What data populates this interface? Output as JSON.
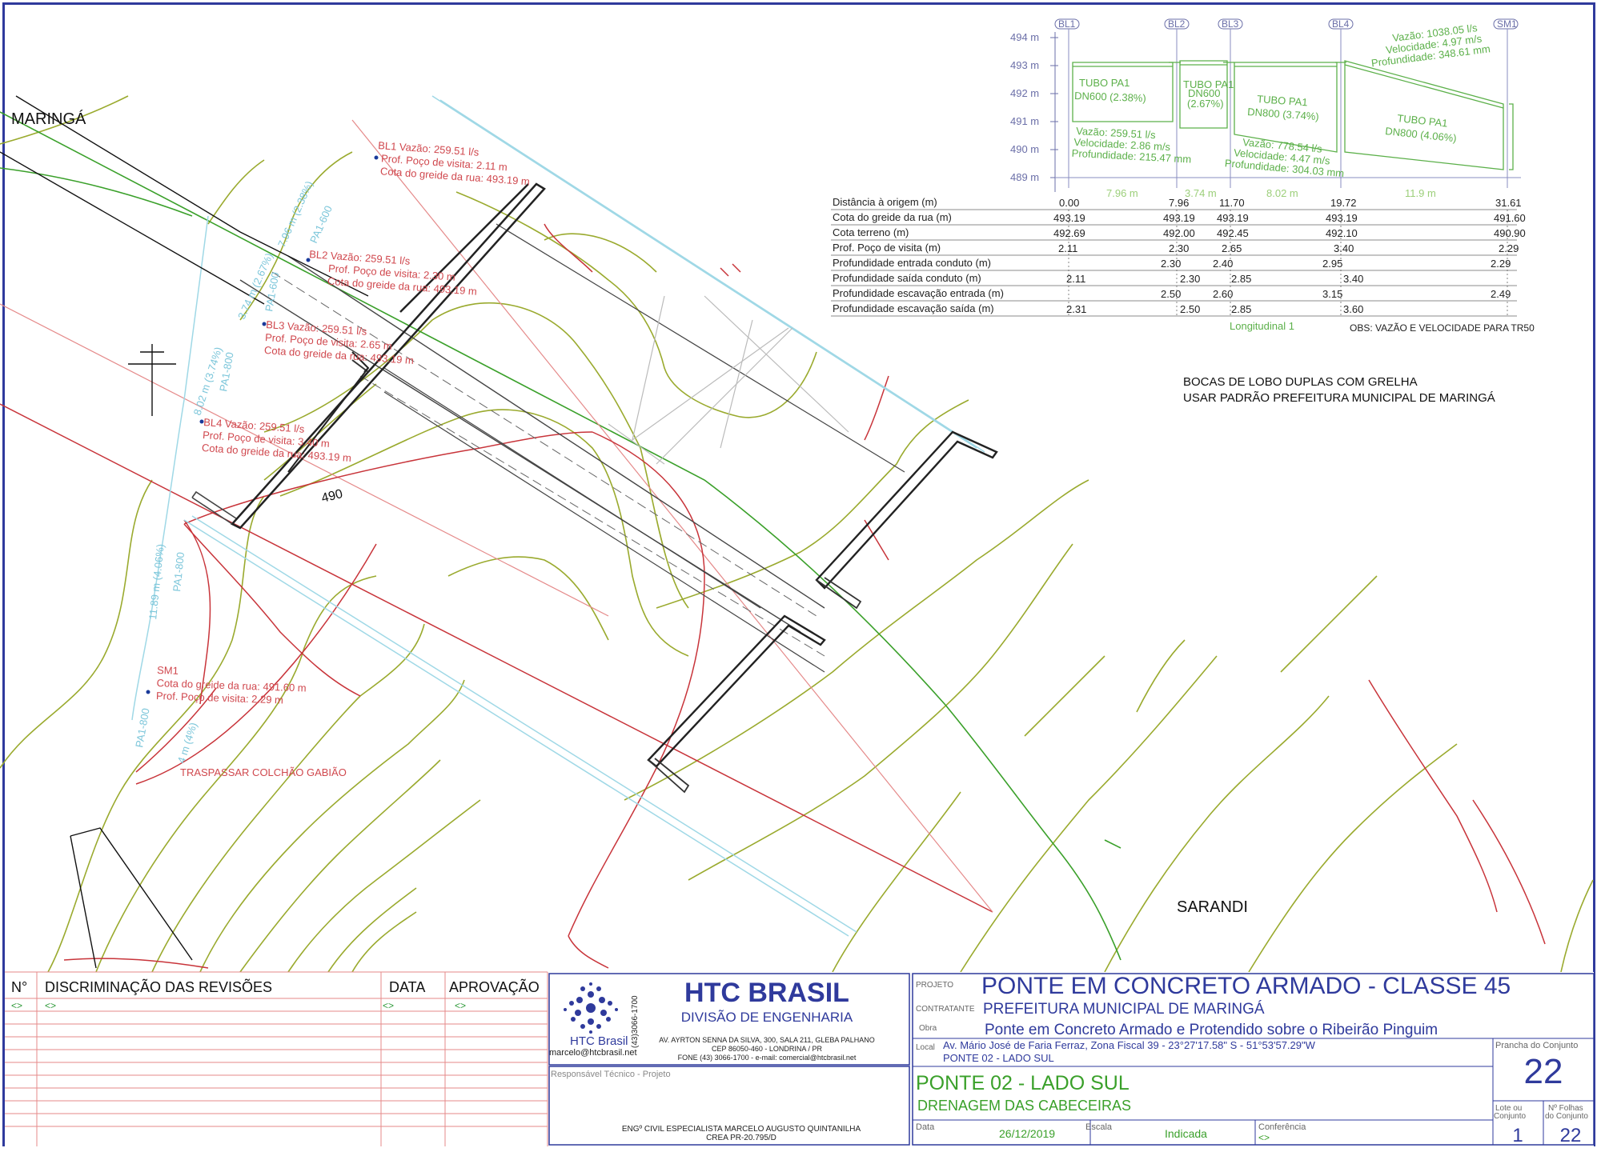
{
  "map": {
    "city_top": "MARINGÁ",
    "city_bottom": "SARANDI",
    "contour_label": "490",
    "nodes": [
      {
        "lines": [
          "BL1 Vazão: 259.51 l/s",
          "Prof. Poço de visita: 2.11 m",
          "Cota do greide da rua: 493.19 m"
        ]
      },
      {
        "lines": [
          "BL2 Vazão: 259.51 l/s",
          "Prof. Poço de visita: 2.30 m",
          "Cota do greide da rua: 493.19 m"
        ]
      },
      {
        "lines": [
          "BL3 Vazão: 259.51 l/s",
          "Prof. Poço de visita: 2.65 m",
          "Cota do greide da rua: 493.19 m"
        ]
      },
      {
        "lines": [
          "BL4 Vazão: 259.51 l/s",
          "Prof. Poço de visita: 3.40 m",
          "Cota do greide da rua: 493.19 m"
        ]
      },
      {
        "lines": [
          "SM1",
          "Cota do greide da rua: 491.60 m",
          "Prof. Poço de visita: 2.29 m"
        ]
      }
    ],
    "pipe_labels": [
      "7.96 m (2.38%)",
      "PA1-600",
      "3.74 m (2.67%)",
      "PA1-600",
      "8.02 m (3.74%)",
      "PA1-800",
      "11.89 m (4.06%)",
      "PA1-800",
      "4 m (4%)",
      "PA1-800"
    ],
    "traspassar": "TRASPASSAR COLCHÃO GABIÃO",
    "notes": [
      "BOCAS DE LOBO DUPLAS COM GRELHA",
      "USAR PADRÃO PREFEITURA MUNICIPAL DE MARINGÁ"
    ]
  },
  "profile": {
    "nodes": [
      "BL1",
      "BL2",
      "BL3",
      "BL4",
      "SM1"
    ],
    "elevations": [
      "494 m",
      "493 m",
      "492 m",
      "491 m",
      "490 m",
      "489 m"
    ],
    "tubes": [
      {
        "line1": "TUBO PA1",
        "line2": "DN600 (2.38%)"
      },
      {
        "line1": "TUBO PA1",
        "line2": "DN600",
        "line3": "(2.67%)"
      },
      {
        "line1": "TUBO PA1",
        "line2": "DN800 (3.74%)"
      },
      {
        "line1": "TUBO PA1",
        "line2": "DN800 (4.06%)"
      }
    ],
    "flows": [
      {
        "lines": [
          "Vazão: 259.51 l/s",
          "Velocidade: 2.86 m/s",
          "Profundidade: 215.47 mm"
        ]
      },
      {
        "lines": [
          "Vazão: 778.54 l/s",
          "Velocidade: 4.47 m/s",
          "Profundidade: 304.03 mm"
        ]
      },
      {
        "lines": [
          "Vazão: 1038.05 l/s",
          "Velocidade: 4.97 m/s",
          "Profundidade: 348.61 mm"
        ]
      }
    ],
    "segment_lengths": [
      "7.96 m",
      "3.74 m",
      "8.02 m",
      "11.9 m"
    ],
    "table": {
      "rows": [
        {
          "label": "Distância à origem (m)",
          "values": [
            "0.00",
            "7.96",
            "11.70",
            "19.72",
            "31.61"
          ]
        },
        {
          "label": "Cota do greide da rua (m)",
          "values": [
            "493.19",
            "493.19",
            "493.19",
            "493.19",
            "491.60"
          ]
        },
        {
          "label": "Cota terreno (m)",
          "values": [
            "492.69",
            "492.00",
            "492.45",
            "492.10",
            "490.90"
          ]
        },
        {
          "label": "Prof. Poço de visita (m)",
          "values": [
            "2.11",
            "2.30",
            "2.65",
            "3.40",
            "2.29"
          ]
        },
        {
          "label": "Profundidade entrada conduto (m)",
          "values": [
            "",
            "2.30",
            "2.40",
            "2.95",
            "2.29"
          ]
        },
        {
          "label": "Profundidade saída conduto (m)",
          "values": [
            "2.11",
            "2.30",
            "2.85",
            "3.40",
            ""
          ]
        },
        {
          "label": "Profundidade escavação entrada (m)",
          "values": [
            "",
            "2.50",
            "2.60",
            "3.15",
            "2.49"
          ]
        },
        {
          "label": "Profundidade escavação saída (m)",
          "values": [
            "2.31",
            "2.50",
            "2.85",
            "3.60",
            ""
          ]
        }
      ]
    },
    "caption": "Longitudinal 1",
    "obs": "OBS: VAZÃO E VELOCIDADE PARA TR50"
  },
  "title_block": {
    "revisions": {
      "col_n": "N°",
      "col_desc": "DISCRIMINAÇÃO DAS REVISÕES",
      "col_date": "DATA",
      "col_approval": "APROVAÇÃO",
      "placeholder": "<>"
    },
    "company": {
      "name": "HTC BRASIL",
      "division": "DIVISÃO DE ENGENHARIA",
      "logo_text": "HTC Brasil",
      "email": "marcelo@htcbrasil.net",
      "phone_vertical": "(43)3066-1700",
      "address1": "AV. AYRTON SENNA DA SILVA, 300, SALA 211, GLEBA PALHANO",
      "address2": "CEP 86050-460 - LONDRINA / PR",
      "address3": "FONE (43) 3066-1700 - e-mail: comercial@htcbrasil.net"
    },
    "responsible": {
      "label": "Responsável Técnico - Projeto",
      "name": "ENGº CIVIL ESPECIALISTA MARCELO AUGUSTO QUINTANILHA",
      "crea": "CREA PR-20.795/D"
    },
    "project_label": "PROJETO",
    "project": "PONTE EM CONCRETO ARMADO - CLASSE 45",
    "client_label": "CONTRATANTE",
    "client": "PREFEITURA MUNICIPAL DE MARINGÁ",
    "work_label": "Obra",
    "work": "Ponte em Concreto Armado e Protendido sobre o Ribeirão Pinguim",
    "location_label": "Local",
    "location1": "Av. Mário José de Faria Ferraz, Zona Fiscal 39 - 23°27'17.58\" S - 51°53'57.29\"W",
    "location2": "PONTE 02 - LADO SUL",
    "sheet_title": "PONTE 02 - LADO SUL",
    "sheet_subtitle": "DRENAGEM DAS CABECEIRAS",
    "date_label": "Data",
    "date": "26/12/2019",
    "scale_label": "Escala",
    "scale": "Indicada",
    "check_label": "Conferência",
    "check": "<>",
    "prancha_label": "Prancha do Conjunto",
    "prancha": "22",
    "lote_label1": "Lote ou",
    "lote_label2": "Conjunto",
    "lote": "1",
    "folhas_label1": "Nº Folhas",
    "folhas_label2": "do Conjunto",
    "folhas": "22"
  }
}
